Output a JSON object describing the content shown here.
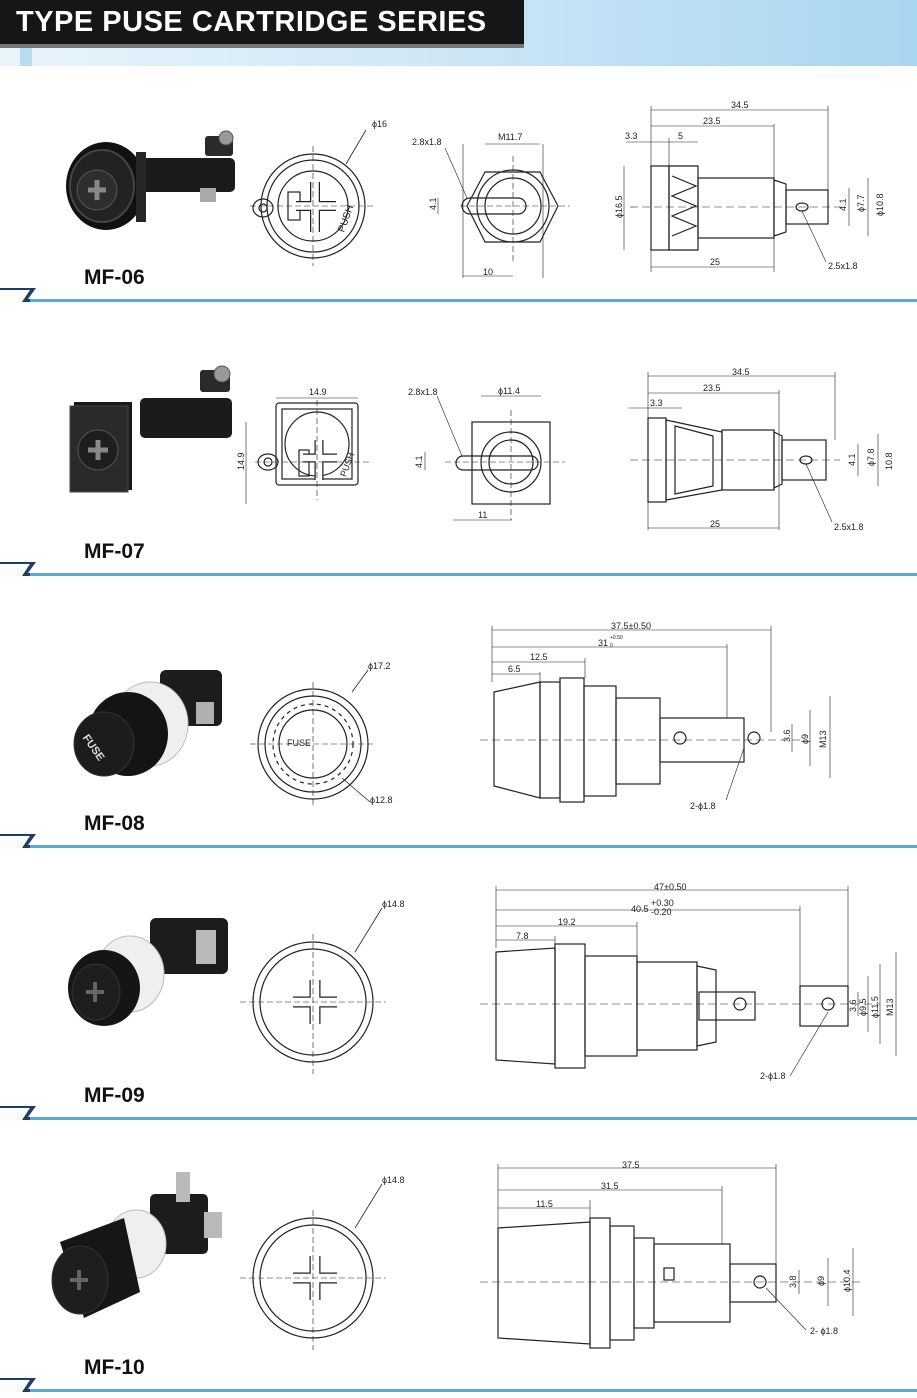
{
  "header": {
    "title": "TYPE PUSE CARTRIDGE SERIES"
  },
  "sections": [
    {
      "model": "MF-06",
      "front_dims": {
        "diameter": "ϕ16",
        "push": "PUSH"
      },
      "side_dims": {
        "slot": "2.8x1.8",
        "thread": "M11.7",
        "h": "4.1",
        "w": "10"
      },
      "profile_dims": {
        "overall": "34.5",
        "mid": "23.5",
        "a": "3.3",
        "b": "5",
        "dia": "ϕ16.5",
        "d1": "ϕ7.7",
        "d2": "ϕ10.8",
        "h": "4.1",
        "len": "25",
        "hole": "2.5x1.8"
      }
    },
    {
      "model": "MF-07",
      "front_dims": {
        "width": "14.9",
        "height": "14.9",
        "push": "PUSH"
      },
      "side_dims": {
        "slot": "2.8x1.8",
        "thread": "ϕ11.4",
        "h": "4.1",
        "w": "11"
      },
      "profile_dims": {
        "overall": "34.5",
        "mid": "23.5",
        "a": "3.3",
        "d1": "ϕ7.8",
        "d2": "10.8",
        "h": "4.1",
        "len": "25",
        "hole": "2.5x1.8"
      }
    },
    {
      "model": "MF-08",
      "front_dims": {
        "outer": "ϕ17.2",
        "inner": "ϕ12.8",
        "label": "FUSE"
      },
      "profile_dims": {
        "overall": "37.5±0.50",
        "mid": "31",
        "mid_tol": "+0.50",
        "mid_tol2": "0",
        "a": "12.5",
        "b": "6.5",
        "h1": "3.6",
        "h2": "ϕ9",
        "h3": "M13",
        "hole": "2-ϕ1.8"
      }
    },
    {
      "model": "MF-09",
      "front_dims": {
        "diameter": "ϕ14.8"
      },
      "profile_dims": {
        "overall": "47±0.50",
        "mid": "40.5",
        "mid_tol": "+0.30",
        "mid_tol2": "-0.20",
        "a": "19.2",
        "b": "7.8",
        "h1": "3.6",
        "h2": "ϕ9.5",
        "h3": "ϕ11.5",
        "h4": "M13",
        "hole": "2-ϕ1.8"
      }
    },
    {
      "model": "MF-10",
      "front_dims": {
        "diameter": "ϕ14.8"
      },
      "profile_dims": {
        "overall": "37.5",
        "mid": "31.5",
        "a": "11.5",
        "h1": "3.8",
        "h2": "ϕ9",
        "h3": "ϕ10.4",
        "hole": "2- ϕ1.8"
      }
    }
  ],
  "photo_labels": {
    "fuse": "FUSE"
  },
  "colors": {
    "title_bg": "#161616",
    "header_grad_end": "#a9d6f1",
    "divider_dark": "#1d3f66",
    "divider_light": "#5ba8d6"
  }
}
